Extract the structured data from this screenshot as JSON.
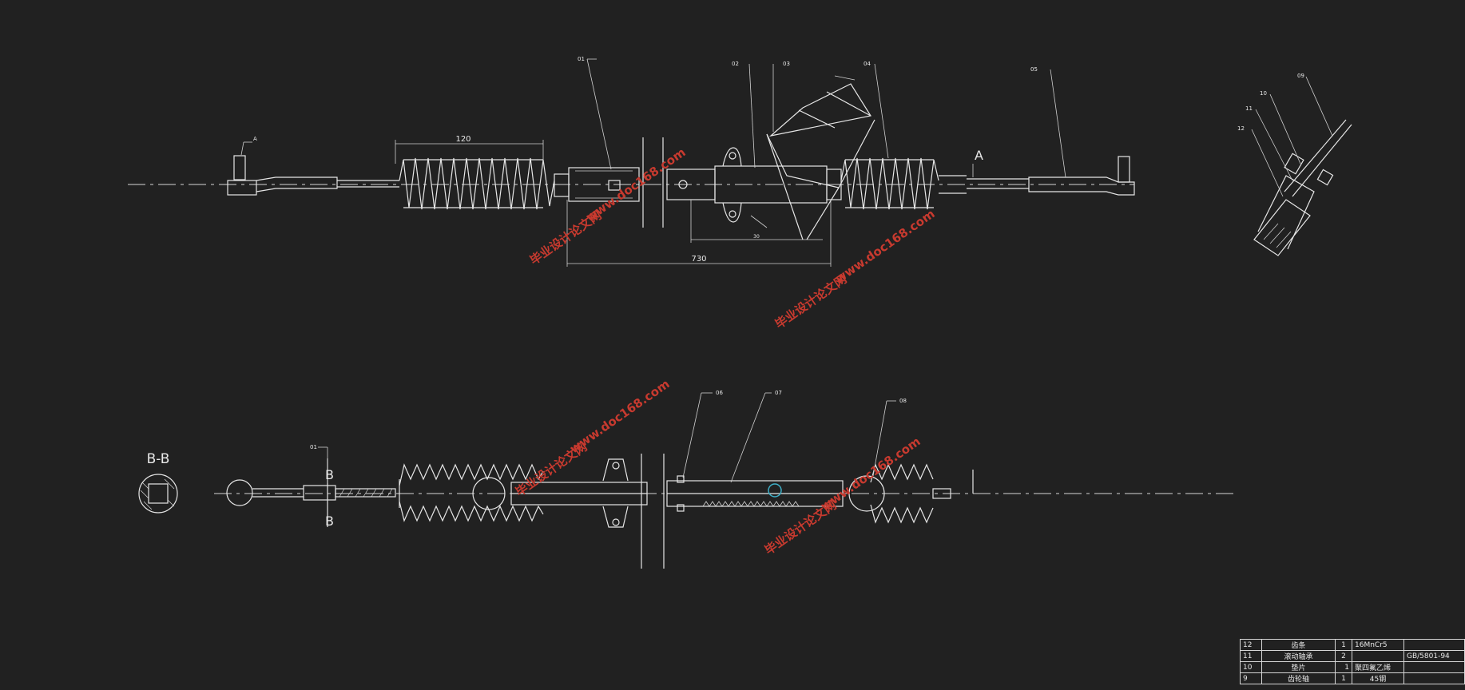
{
  "drawing": {
    "dimensions": {
      "d120": "120",
      "d730": "730",
      "d30": "30"
    },
    "part_callouts": [
      "01",
      "02",
      "03",
      "04",
      "05",
      "06",
      "07",
      "08",
      "09",
      "10",
      "11",
      "12"
    ],
    "section_label": "B-B",
    "section_marks": {
      "cut_letter": "B",
      "view_letter": "A",
      "small_a": "A"
    },
    "watermark": {
      "cn": "毕业设计论文网",
      "url": "www.doc168.com"
    }
  },
  "bom": {
    "rows": [
      {
        "no": "12",
        "name": "齿条",
        "qty": "1",
        "material": "16MnCr5",
        "standard": ""
      },
      {
        "no": "11",
        "name": "滚动轴承",
        "qty": "2",
        "material": "",
        "standard": "GB/5801-94"
      },
      {
        "no": "10",
        "name": "垫片",
        "qty": "1",
        "material": "聚四氟乙烯",
        "standard": ""
      },
      {
        "no": "9",
        "name": "齿轮轴",
        "qty": "1",
        "material": "45钢",
        "standard": ""
      }
    ]
  }
}
